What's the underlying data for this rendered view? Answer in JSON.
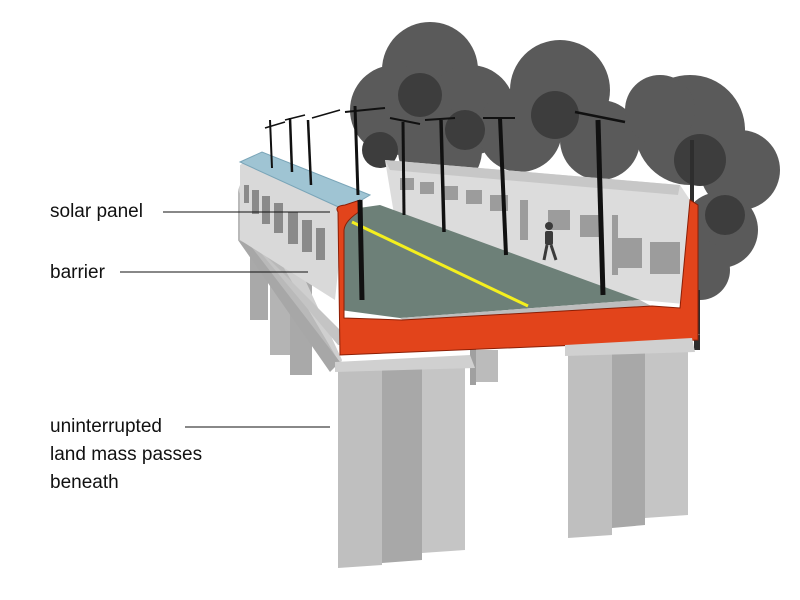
{
  "labels": {
    "solar_panel": "solar panel",
    "barrier": "barrier",
    "land_mass_line1": "uninterrupted",
    "land_mass_line2": "land mass passes",
    "land_mass_line3": "beneath"
  },
  "colors": {
    "solar_panel": "#9fc4d3",
    "deck_section": "#e2441b",
    "road_surface": "#6d8078",
    "center_line": "#f4ef1e",
    "pier": "#bdbdbd",
    "wall": "#d6d6d6",
    "trees": "#4a4a4a",
    "lamp_posts": "#111111"
  }
}
